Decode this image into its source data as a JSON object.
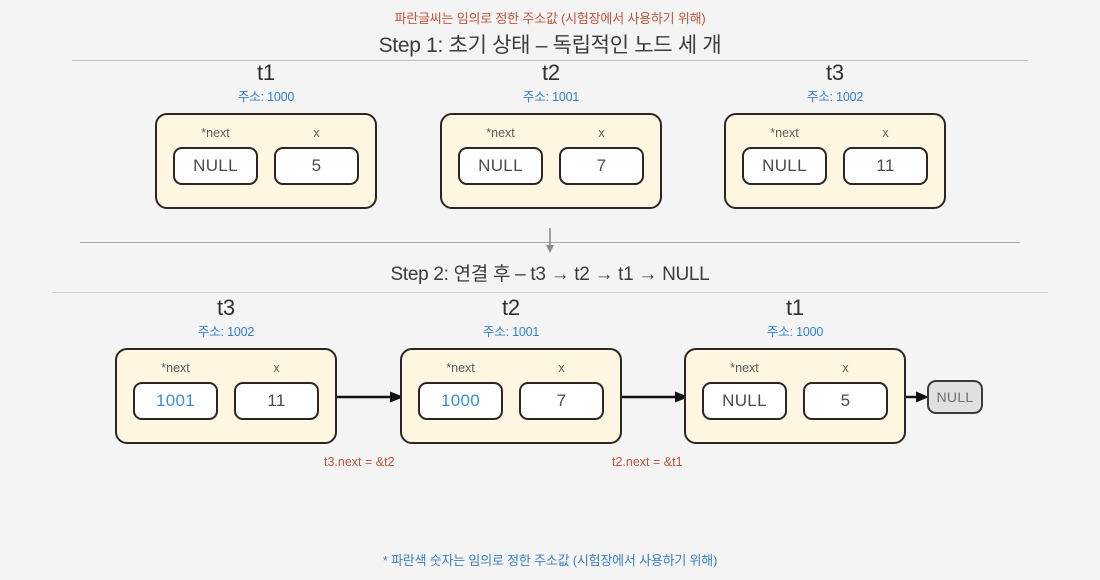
{
  "header": {
    "note": "파란글씨는 임의로 정한 주소값 (시험장에서 사용하기 위해)",
    "step1_title": "Step 1: 초기 상태 – 독립적인 노드 세 개",
    "step2_title": "Step 2: 연결 후 – t3 → t2 → t1 → NULL"
  },
  "labels": {
    "next_field": "*next",
    "x_field": "x",
    "null_text": "NULL",
    "addr_prefix": "주소: "
  },
  "step1": {
    "nodes": [
      {
        "name": "t1",
        "address": "주소: 1000",
        "next": "NULL",
        "x": "5",
        "next_is_addr": false
      },
      {
        "name": "t2",
        "address": "주소: 1001",
        "next": "NULL",
        "x": "7",
        "next_is_addr": false
      },
      {
        "name": "t3",
        "address": "주소: 1002",
        "next": "NULL",
        "x": "11",
        "next_is_addr": false
      }
    ]
  },
  "step2": {
    "nodes": [
      {
        "name": "t3",
        "address": "주소: 1002",
        "next": "1001",
        "x": "11",
        "next_is_addr": true
      },
      {
        "name": "t2",
        "address": "주소: 1001",
        "next": "1000",
        "x": "7",
        "next_is_addr": true
      },
      {
        "name": "t1",
        "address": "주소: 1000",
        "next": "NULL",
        "x": "5",
        "next_is_addr": false
      }
    ],
    "terminal_null": "NULL",
    "annotations": [
      {
        "text": "t3.next = &t2"
      },
      {
        "text": "t2.next = &t1"
      }
    ]
  },
  "footer": {
    "note": "* 파란색 숫자는 임의로 정한 주소값 (시험장에서 사용하기 위해)"
  },
  "colors": {
    "background": "#f4f4f4",
    "node_fill": "#fdf6e1",
    "node_border": "#2b2622",
    "address_blue": "#2f7fd0",
    "annotation_red": "#c0553a",
    "null_badge_fill": "#e0e0e0"
  }
}
